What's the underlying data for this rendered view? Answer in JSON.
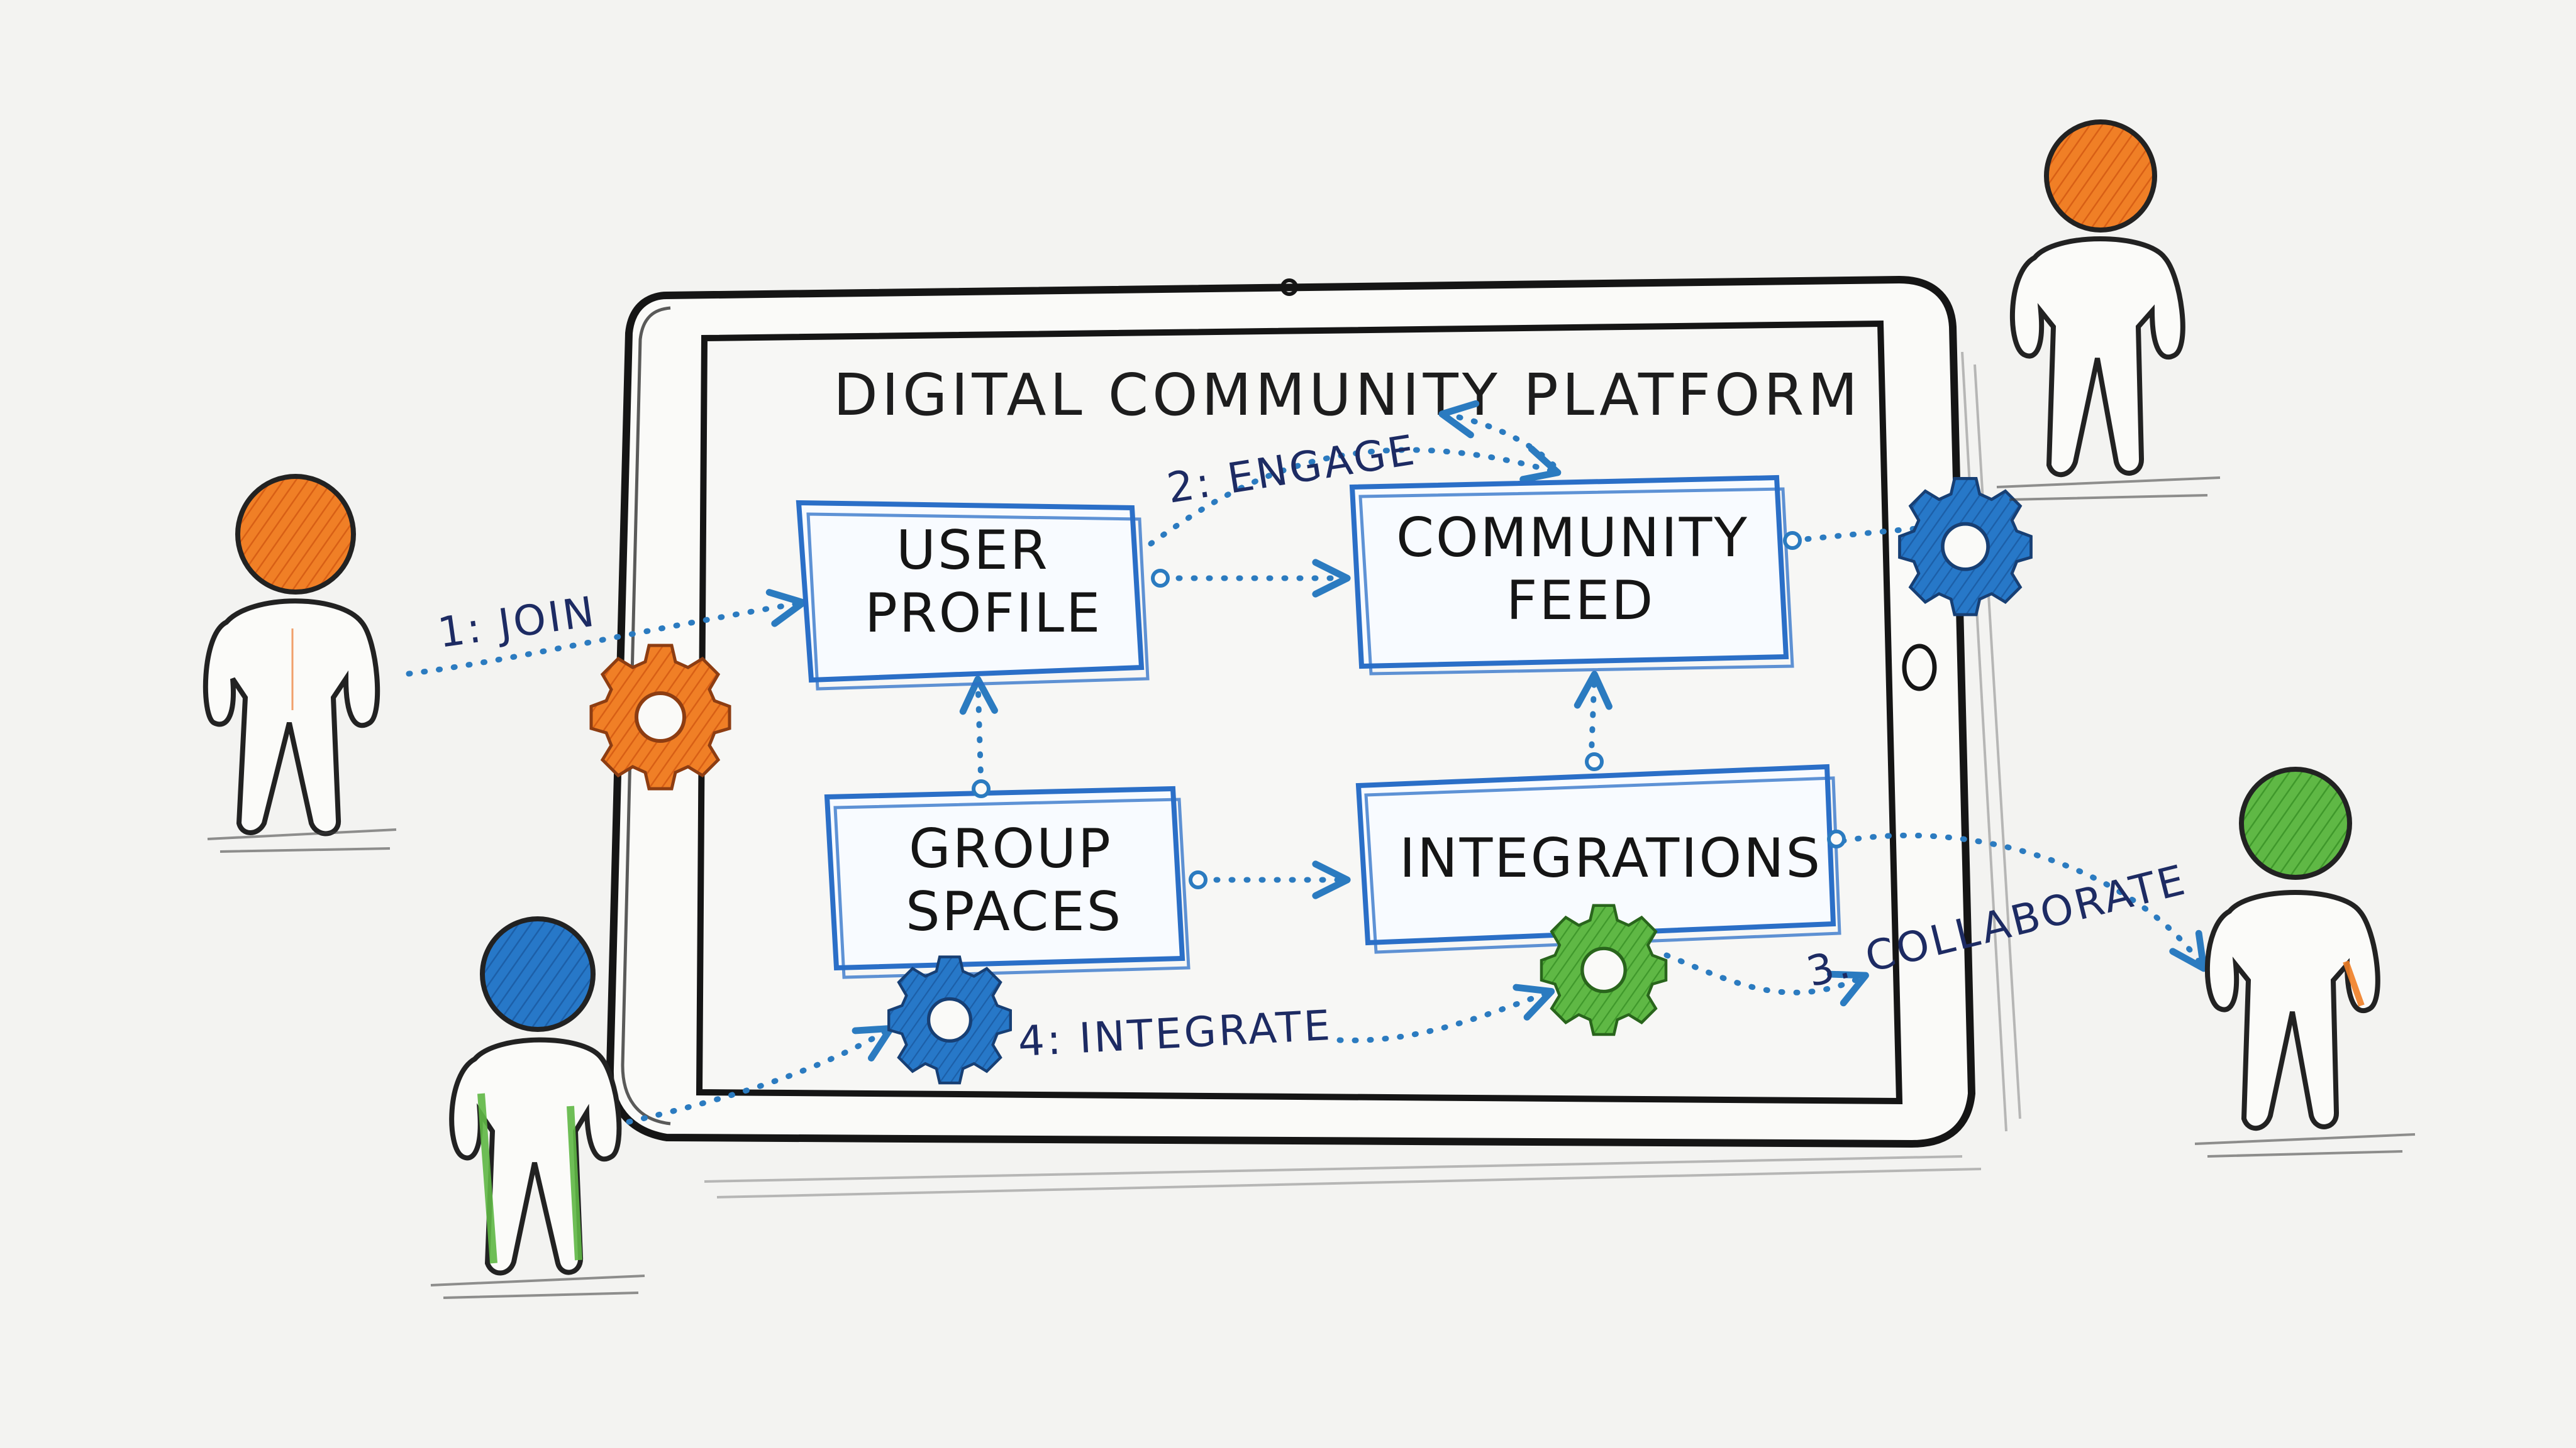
{
  "title": "DIGITAL COMMUNITY PLATFORM",
  "nodes": {
    "user_profile": [
      "USER",
      "PROFILE"
    ],
    "community_feed": [
      "COMMUNITY",
      "FEED"
    ],
    "group_spaces": [
      "GROUP",
      "SPACES"
    ],
    "integrations": [
      "INTEGRATIONS"
    ]
  },
  "steps": {
    "join": "1: JOIN",
    "engage": "2: ENGAGE",
    "collaborate": "3. COLLABORATE",
    "integrate": "4: INTEGRATE"
  },
  "icons": [
    "gear-icon",
    "person-icon",
    "tablet-device"
  ],
  "colors": {
    "ink": "#1d1d1d",
    "blue": "#2b6fc7",
    "orange": "#ef7a22",
    "green": "#58b33f",
    "connector": "#2b7bc0"
  }
}
